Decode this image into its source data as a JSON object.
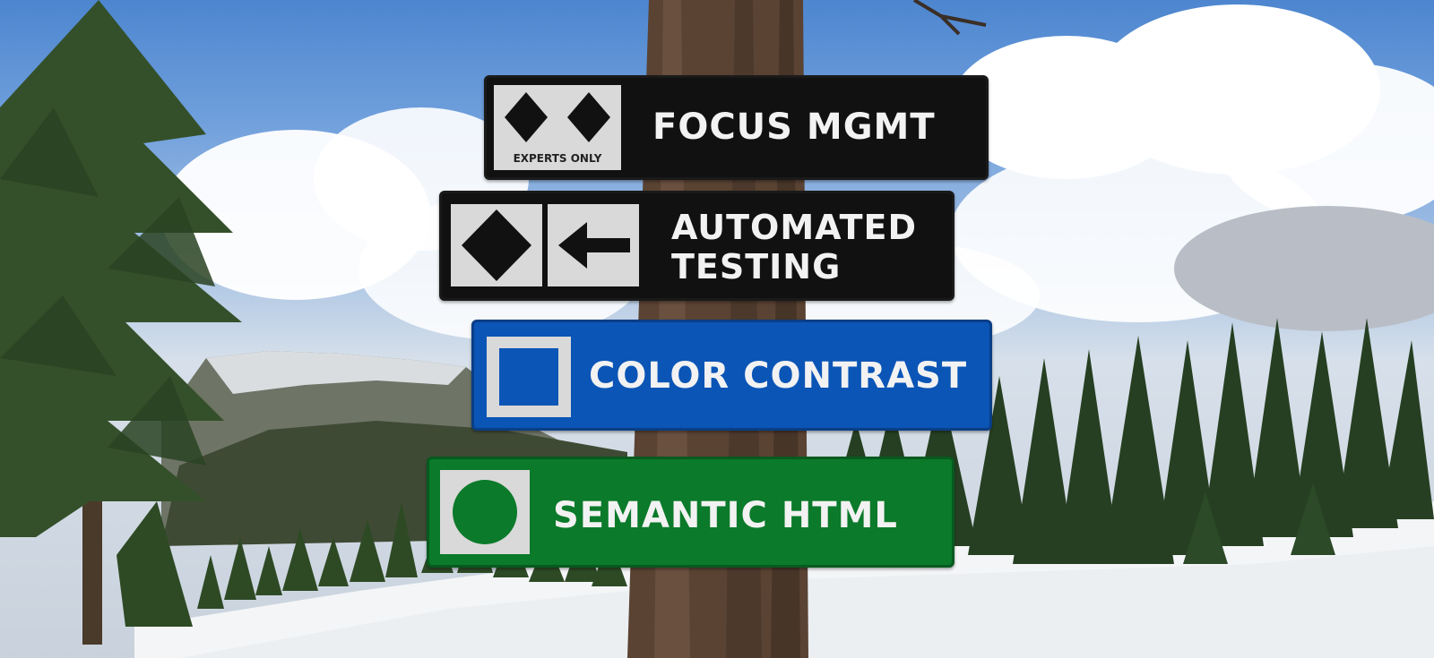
{
  "signs": [
    {
      "text": "FOCUS MGMT",
      "symbol": "double-black-diamond",
      "symbol_label": "EXPERTS ONLY",
      "color": "#111111"
    },
    {
      "text_line1": "AUTOMATED",
      "text_line2": "TESTING",
      "symbol": "black-diamond-with-left-arrow",
      "color": "#111111"
    },
    {
      "text": "COLOR CONTRAST",
      "symbol": "blue-square",
      "color": "#0b55b6"
    },
    {
      "text": "SEMANTIC HTML",
      "symbol": "green-circle",
      "color": "#0b7a2a"
    }
  ]
}
